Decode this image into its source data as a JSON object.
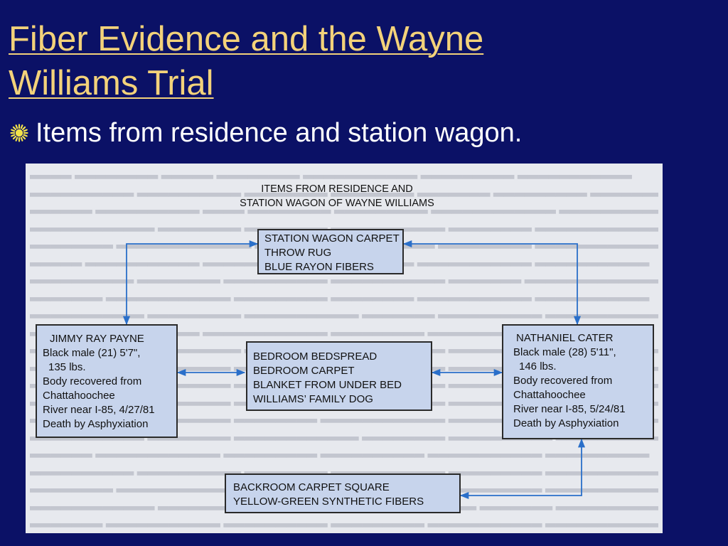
{
  "title": {
    "line1": "Fiber Evidence and the Wayne",
    "line2": "Williams Trial"
  },
  "bullet": {
    "icon": "sunburst-bullet-icon",
    "text": "Items from residence and station wagon."
  },
  "colors": {
    "background": "#0b1166",
    "title": "#f3d27a",
    "bullet": "#f2e24a",
    "box_fill": "#c7d4ec",
    "figure_bg": "#e7e9ee"
  },
  "diagram": {
    "caption": {
      "line1": "ITEMS FROM RESIDENCE AND",
      "line2": "STATION WAGON OF WAYNE WILLIAMS"
    },
    "station_wagon": {
      "line1": "STATION WAGON CARPET",
      "line2": "THROW RUG",
      "line3": "BLUE RAYON FIBERS"
    },
    "bedroom": {
      "line1": "BEDROOM BEDSPREAD",
      "line2": "BEDROOM CARPET",
      "line3": "BLANKET FROM UNDER BED",
      "line4": "WILLIAMS’ FAMILY DOG"
    },
    "backroom": {
      "line1": "BACKROOM CARPET SQUARE",
      "line2": "YELLOW-GREEN SYNTHETIC FIBERS"
    },
    "payne": {
      "line1": "JIMMY RAY PAYNE",
      "line2": "Black male (21) 5'7\",",
      "line3": "135 lbs.",
      "line4": "Body recovered from",
      "line5": "Chattahoochee",
      "line6": "River near I-85, 4/27/81",
      "line7": "Death by Asphyxiation"
    },
    "cater": {
      "line1": "NATHANIEL CATER",
      "line2": "Black male (28) 5'11\",",
      "line3": "146 lbs.",
      "line4": "Body recovered from",
      "line5": "Chattahoochee",
      "line6": "River near I-85, 5/24/81",
      "line7": "Death by Asphyxiation"
    }
  }
}
